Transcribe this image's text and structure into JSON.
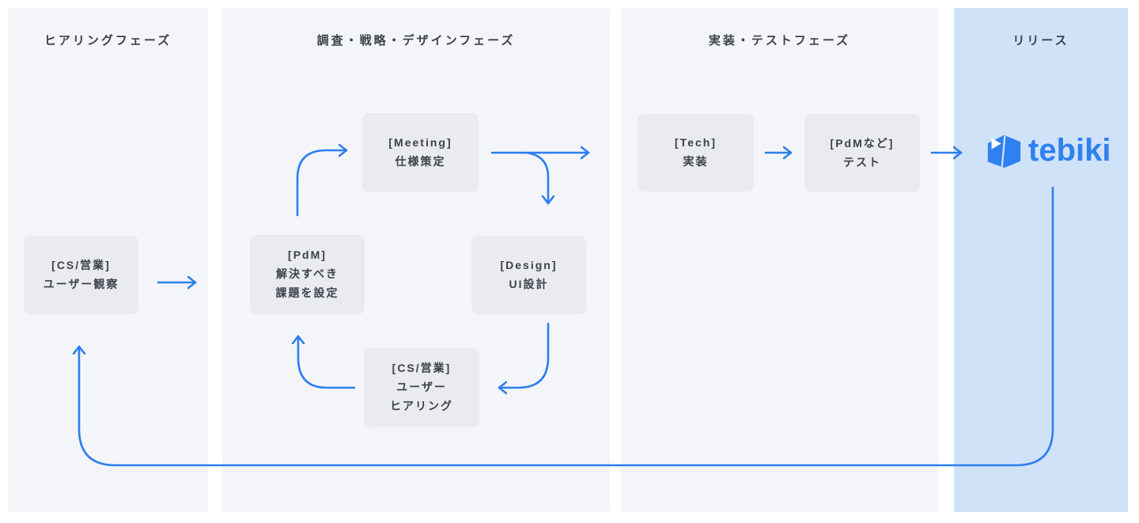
{
  "colors": {
    "canvas": "#ffffff",
    "column_bg": "#f4f5f8",
    "release_bg": "#cfe2f8",
    "node_bg": "#e9ebee",
    "arrow": "#2d7ef0",
    "text": "#3b414c",
    "brand": "#2f80f0"
  },
  "phases": [
    {
      "id": "hearing",
      "label": "ヒアリングフェーズ"
    },
    {
      "id": "research-strategy-design",
      "label": "調査・戦略・デザインフェーズ"
    },
    {
      "id": "implementation-test",
      "label": "実装・テストフェーズ"
    },
    {
      "id": "release",
      "label": "リリース"
    }
  ],
  "nodes": [
    {
      "id": "user-observation",
      "phase": "hearing",
      "lines": [
        "[CS/営業]",
        "ユーザー観察"
      ]
    },
    {
      "id": "pdm-set-issues",
      "phase": "research-strategy-design",
      "lines": [
        "[PdM]",
        "解決すべき",
        "課題を設定"
      ]
    },
    {
      "id": "meeting-spec",
      "phase": "research-strategy-design",
      "lines": [
        "[Meeting]",
        "仕様策定"
      ]
    },
    {
      "id": "design-ui",
      "phase": "research-strategy-design",
      "lines": [
        "[Design]",
        "UI設計"
      ]
    },
    {
      "id": "user-hearing",
      "phase": "research-strategy-design",
      "lines": [
        "[CS/営業]",
        "ユーザー",
        "ヒアリング"
      ]
    },
    {
      "id": "tech-implementation",
      "phase": "implementation-test",
      "lines": [
        "[Tech]",
        "実装"
      ]
    },
    {
      "id": "pdm-test",
      "phase": "implementation-test",
      "lines": [
        "[PdMなど]",
        "テスト"
      ]
    }
  ],
  "edges": [
    {
      "from": "user-observation",
      "to": "pdm-set-issues"
    },
    {
      "from": "pdm-set-issues",
      "to": "meeting-spec"
    },
    {
      "from": "meeting-spec",
      "to": "tech-implementation"
    },
    {
      "from": "meeting-spec",
      "to": "design-ui"
    },
    {
      "from": "design-ui",
      "to": "user-hearing"
    },
    {
      "from": "user-hearing",
      "to": "pdm-set-issues"
    },
    {
      "from": "tech-implementation",
      "to": "pdm-test"
    },
    {
      "from": "pdm-test",
      "to": "release"
    },
    {
      "from": "release",
      "to": "user-observation"
    }
  ],
  "logo": {
    "wordmark": "tebiki"
  }
}
